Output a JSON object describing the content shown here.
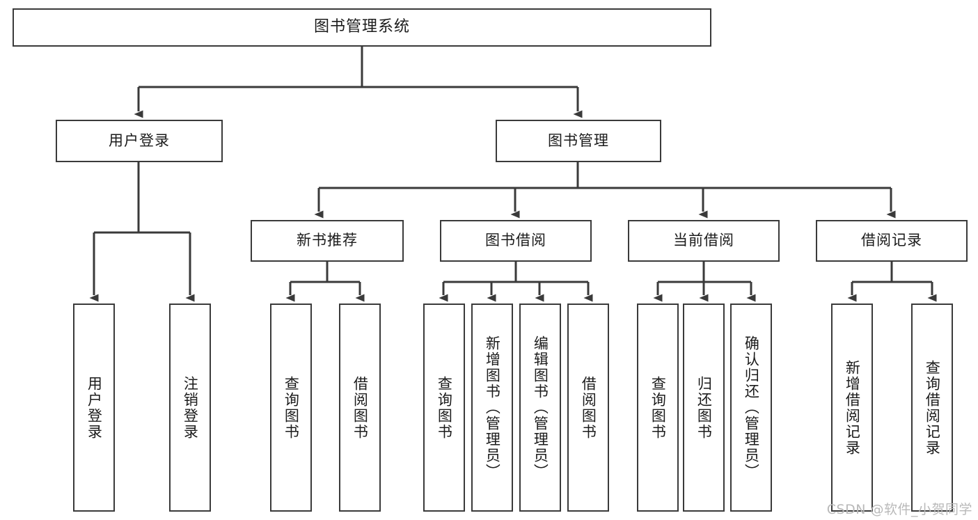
{
  "diagram": {
    "title": "图书管理系统",
    "watermark": "CSDN @软件_小贺同学",
    "colors": {
      "stroke": "#3a3a3a",
      "fill": "#ffffff",
      "text": "#1b1b1b",
      "watermark": "#b9b9b9"
    },
    "root": {
      "label": "图书管理系统"
    },
    "level2": [
      {
        "label": "用户登录"
      },
      {
        "label": "图书管理"
      }
    ],
    "level3": [
      {
        "label": "新书推荐"
      },
      {
        "label": "图书借阅"
      },
      {
        "label": "当前借阅"
      },
      {
        "label": "借阅记录"
      }
    ],
    "leaves": [
      {
        "label": "用户登录"
      },
      {
        "label": "注销登录"
      },
      {
        "label": "查询图书"
      },
      {
        "label": "借阅图书"
      },
      {
        "label": "查询图书"
      },
      {
        "label": "新增图书（管理员）"
      },
      {
        "label": "编辑图书（管理员）"
      },
      {
        "label": "借阅图书"
      },
      {
        "label": "查询图书"
      },
      {
        "label": "归还图书"
      },
      {
        "label": "确认归还（管理员）"
      },
      {
        "label": "新增借阅记录"
      },
      {
        "label": "查询借阅记录"
      }
    ]
  }
}
